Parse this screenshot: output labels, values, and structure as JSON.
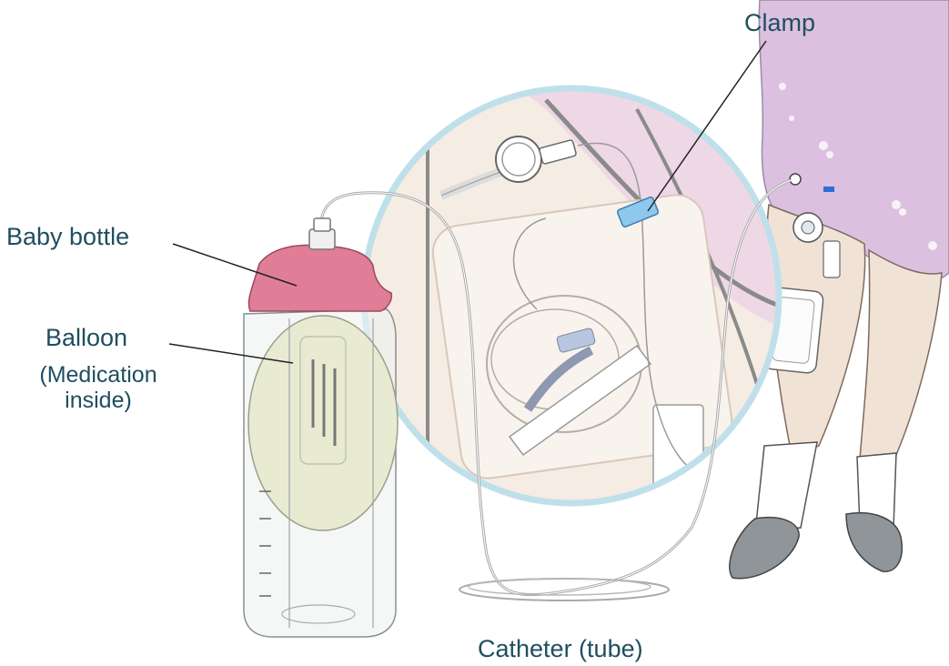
{
  "labels": {
    "clamp": "Clamp",
    "baby_bottle": "Baby bottle",
    "balloon": "Balloon",
    "balloon_note_line1": "(Medication",
    "balloon_note_line2": "inside)",
    "catheter": "Catheter (tube)"
  },
  "colors": {
    "label_text": "#1f4e5f",
    "bottle_cap": "#e07d97",
    "balloon": "#e8ead2",
    "gown": "#dcc0e0",
    "skin": "#f1e2d6",
    "zoom_ring": "#bfe0ea",
    "socks": "#ffffff",
    "slippers": "#8f9599",
    "clamp": "#8ec8ef"
  }
}
